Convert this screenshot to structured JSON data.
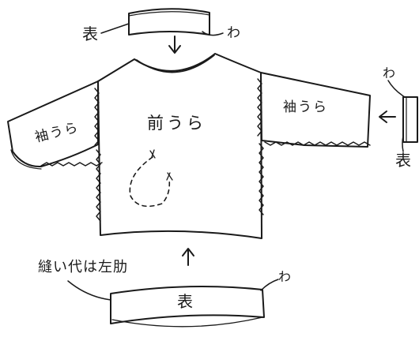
{
  "labels": {
    "top_band_face": "表",
    "top_band_fold": "わ",
    "front_wrong_side": "前うら",
    "left_sleeve": "袖うら",
    "right_sleeve": "袖うら",
    "right_cuff_fold": "わ",
    "right_cuff_face": "表",
    "seam_allowance_note": "縫い代は左肋",
    "bottom_band_face": "表",
    "bottom_band_fold": "わ"
  },
  "colors": {
    "ink": "#1a1a1a",
    "paper": "#ffffff"
  }
}
